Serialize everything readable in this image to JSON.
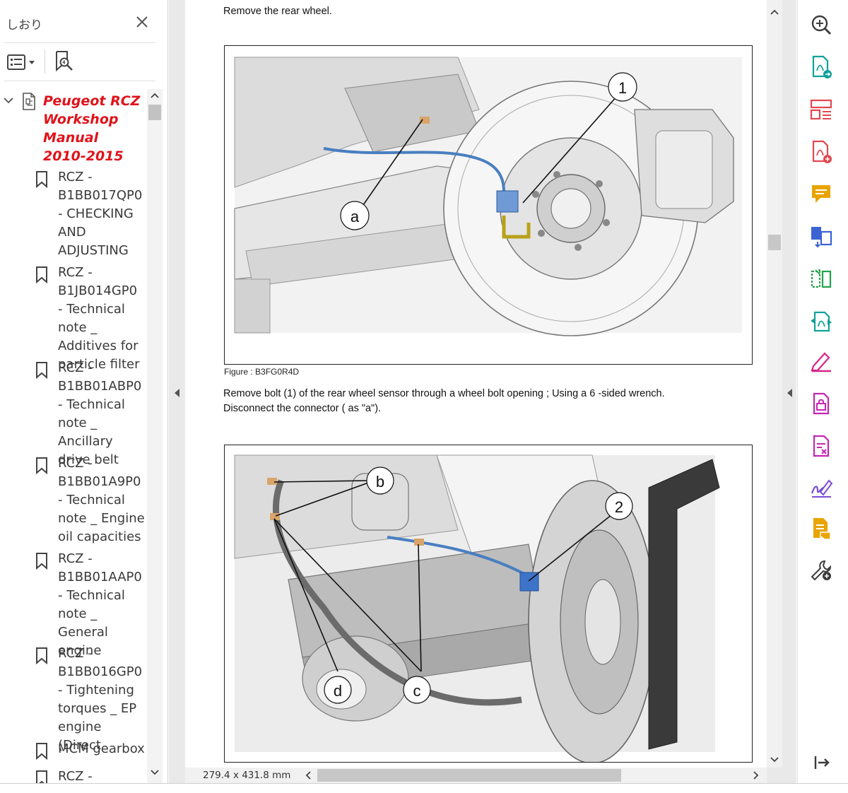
{
  "bookmarks_panel": {
    "title": "しおり",
    "root": {
      "label": "Peugeot RCZ Workshop Manual 2010-2015"
    },
    "items": [
      {
        "label": "RCZ - B1BB017QP0 - CHECKING AND ADJUSTING"
      },
      {
        "label": "RCZ - B1JB014GP0 - Technical note _ Additives for particle filter"
      },
      {
        "label": "RCZ - B1BB01ABP0 - Technical note _ Ancillary drive belt"
      },
      {
        "label": "RCZ - B1BB01A9P0 - Technical note _ Engine oil capacities"
      },
      {
        "label": "RCZ - B1BB01AAP0 - Technical note _ General engine"
      },
      {
        "label": "RCZ - B1BB016GP0 - Tightening torques _ EP engine (Direct"
      },
      {
        "label": "MCM gearbox"
      },
      {
        "label": "RCZ -"
      }
    ]
  },
  "document": {
    "line1": "Remove the rear wheel.",
    "figure1": {
      "caption": "Figure : B3FG0R4D",
      "callout_1": "1",
      "callout_a": "a"
    },
    "paragraph_line1": "Remove bolt (1) of the rear wheel sensor through a wheel bolt opening ; Using a 6 -sided wrench.",
    "paragraph_line2": "Disconnect the connector ( as \"a\").",
    "figure2": {
      "callout_b": "b",
      "callout_2": "2",
      "callout_c": "c",
      "callout_d": "d"
    }
  },
  "status_bar": {
    "page_size": "279.4 x 431.8 mm"
  },
  "tools": [
    {
      "icon": "zoom-icon",
      "color": "#3c3c3c"
    },
    {
      "icon": "export-pdf-icon",
      "color": "#12a19a"
    },
    {
      "icon": "organize-pages-icon",
      "color": "#e34850"
    },
    {
      "icon": "create-pdf-icon",
      "color": "#e34850"
    },
    {
      "icon": "comment-icon",
      "color": "#e8a400"
    },
    {
      "icon": "combine-files-icon",
      "color": "#3b63d4"
    },
    {
      "icon": "compare-icon",
      "color": "#22a34a"
    },
    {
      "icon": "convert-icon",
      "color": "#12a19a"
    },
    {
      "icon": "edit-pdf-icon",
      "color": "#d8248a"
    },
    {
      "icon": "protect-icon",
      "color": "#c526b5"
    },
    {
      "icon": "redact-icon",
      "color": "#c526b5"
    },
    {
      "icon": "fill-sign-icon",
      "color": "#7b4bd8"
    },
    {
      "icon": "send-for-review-icon",
      "color": "#e8a400"
    },
    {
      "icon": "more-tools-icon",
      "color": "#3c3c3c"
    },
    {
      "icon": "expand-panel-icon",
      "color": "#3c3c3c"
    }
  ]
}
